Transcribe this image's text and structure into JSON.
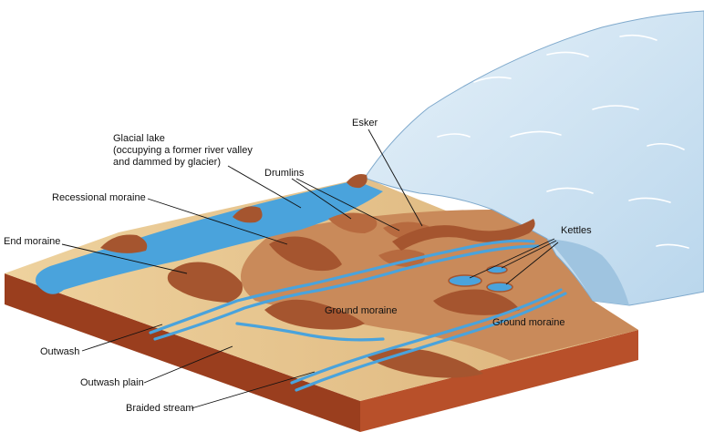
{
  "labels": {
    "esker": "Esker",
    "glacial_lake_line1": "Glacial lake",
    "glacial_lake_line2": "(occupying a former river valley",
    "glacial_lake_line3": "and dammed by glacier)",
    "drumlins": "Drumlins",
    "recessional_moraine": "Recessional moraine",
    "end_moraine": "End moraine",
    "kettles": "Kettles",
    "ground_moraine_center": "Ground moraine",
    "ground_moraine_right": "Ground moraine",
    "outwash": "Outwash",
    "outwash_plain": "Outwash plain",
    "braided_stream": "Braided stream"
  },
  "colors": {
    "ice": "#cfe3f1",
    "ice_shadow": "#9fc4e0",
    "water": "#4aa3dc",
    "outwash_sand": "#e8c88e",
    "till": "#c98a5a",
    "moraine": "#a5552f",
    "block_side": "#b8502a",
    "block_front": "#9a3e1e"
  }
}
